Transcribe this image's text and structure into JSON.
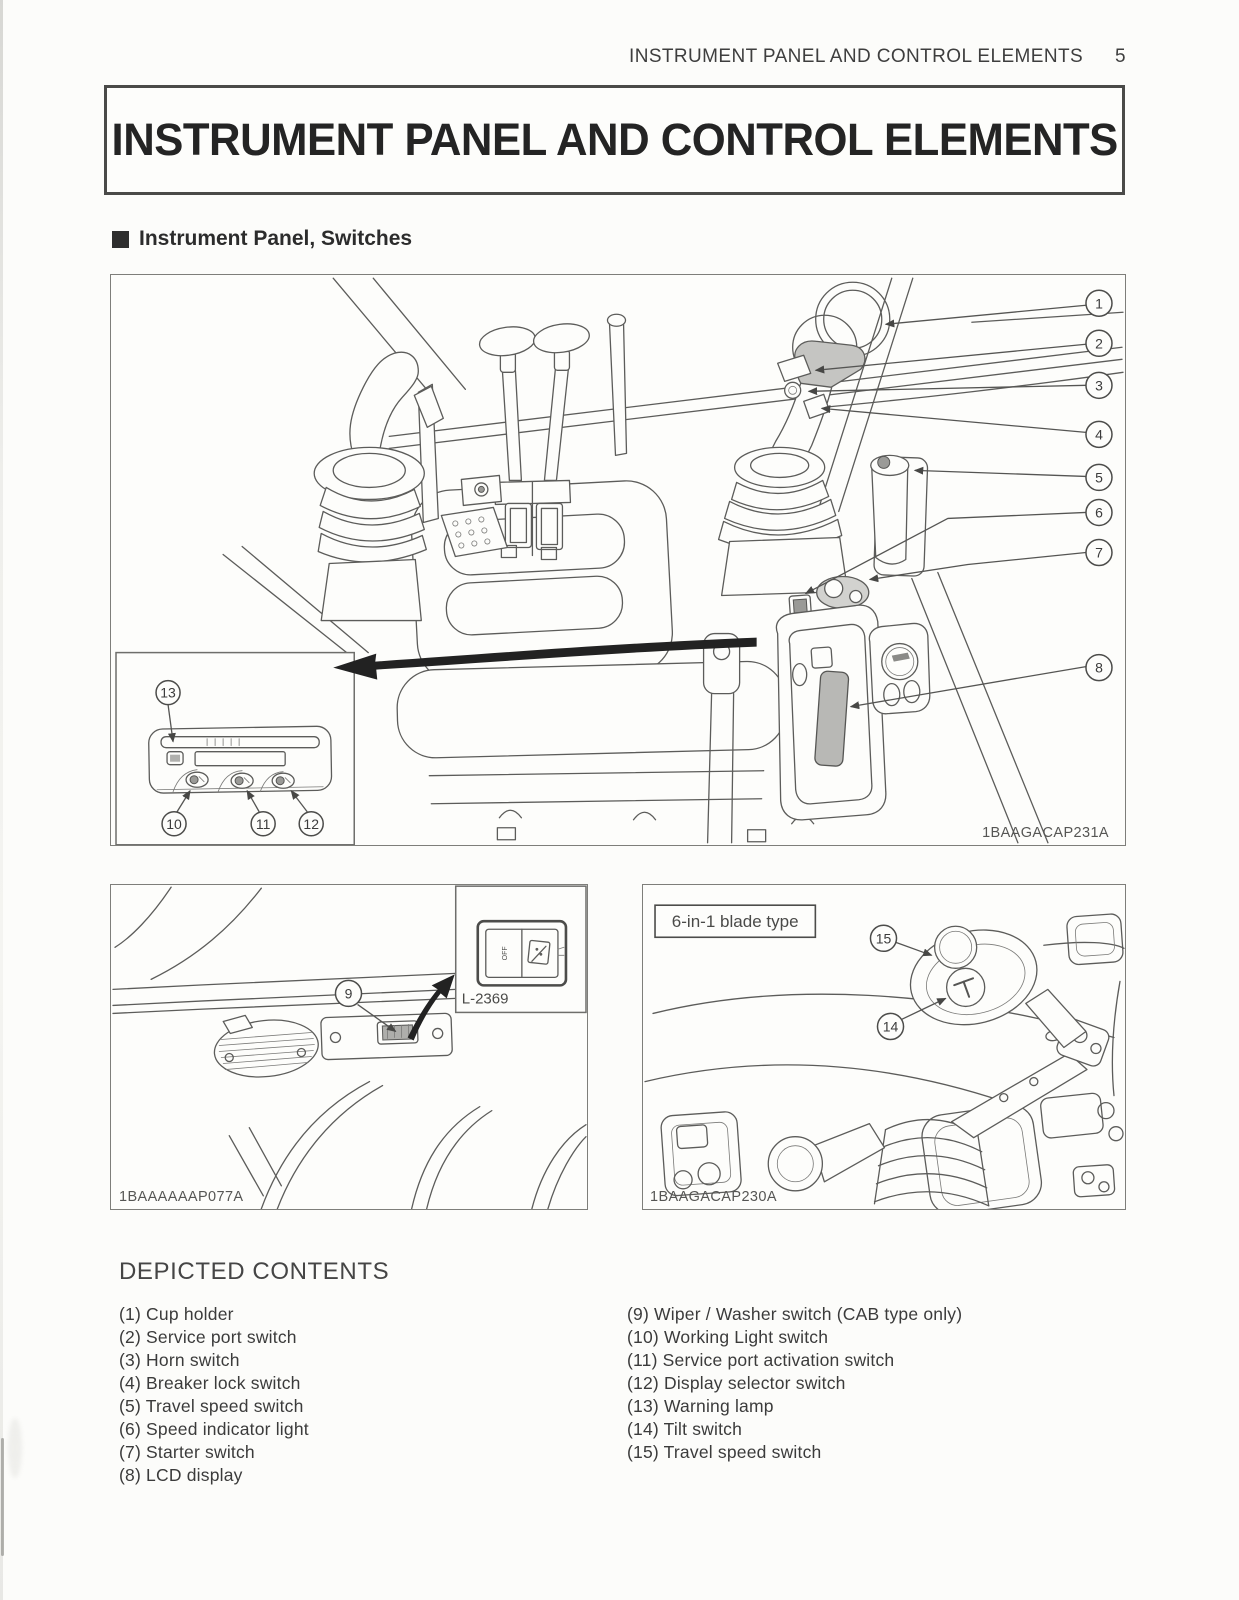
{
  "page": {
    "running_header": {
      "title": "INSTRUMENT PANEL AND CONTROL ELEMENTS",
      "page_number": "5"
    },
    "title_banner": "INSTRUMENT PANEL AND CONTROL ELEMENTS",
    "section": {
      "heading": "Instrument Panel, Switches"
    }
  },
  "figures": {
    "main": {
      "code": "1BAAGACAP231A",
      "callouts": [
        "1",
        "2",
        "3",
        "4",
        "5",
        "6",
        "7",
        "8"
      ],
      "inset": {
        "top_callout": "13",
        "bottom_callouts": [
          "10",
          "11",
          "12"
        ]
      }
    },
    "cab": {
      "code": "1BAAAAAAP077A",
      "callout": "9",
      "detail_label": "L-2369",
      "switch_text": "OFF"
    },
    "blade": {
      "code": "1BAAGACAP230A",
      "type_label": "6-in-1 blade type",
      "callouts": [
        "15",
        "14"
      ]
    }
  },
  "contents": {
    "heading": "DEPICTED CONTENTS",
    "left_column": [
      "(1) Cup holder",
      "(2) Service port switch",
      "(3) Horn switch",
      "(4) Breaker lock switch",
      "(5) Travel speed switch",
      "(6) Speed indicator light",
      "(7) Starter switch",
      "(8) LCD display"
    ],
    "right_column": [
      "(9) Wiper / Washer switch (CAB type only)",
      "(10) Working Light switch",
      "(11) Service port activation switch",
      "(12) Display selector switch",
      "(13) Warning lamp",
      "(14) Tilt switch",
      "(15) Travel speed switch"
    ]
  }
}
